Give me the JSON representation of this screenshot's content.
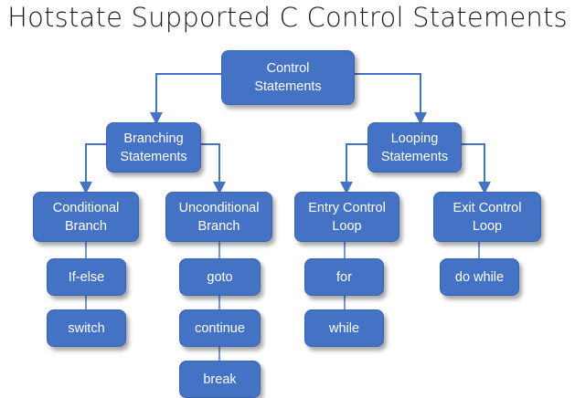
{
  "title": "Hotstate Supported C Control Statements",
  "nodes": {
    "control": "Control\nStatements",
    "branching": "Branching\nStatements",
    "looping": "Looping\nStatements",
    "conditional": "Conditional\nBranch",
    "unconditional": "Unconditional\nBranch",
    "entry": "Entry Control\nLoop",
    "exit": "Exit Control\nLoop",
    "ifelse": "If-else",
    "switch": "switch",
    "goto": "goto",
    "continue": "continue",
    "break": "break",
    "for": "for",
    "while": "while",
    "dowhile": "do while"
  },
  "colors": {
    "node_fill": "#4472c4",
    "connector": "#4472c4",
    "text": "#ffffff"
  }
}
